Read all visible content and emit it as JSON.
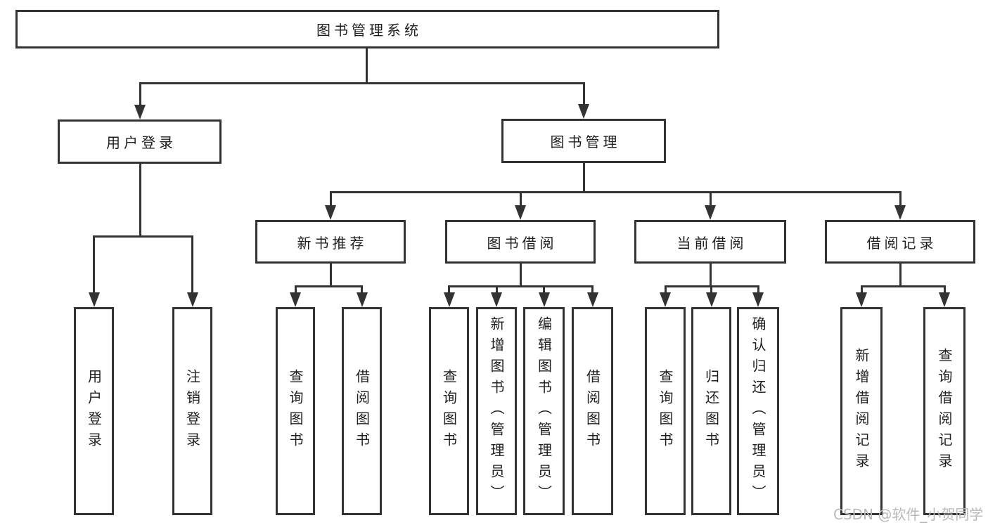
{
  "diagram": {
    "root": "图书管理系统",
    "login_branch": {
      "label": "用户登录",
      "children": [
        "用户登录",
        "注销登录"
      ]
    },
    "mgmt_branch": {
      "label": "图书管理",
      "sections": [
        {
          "label": "新书推荐",
          "children": [
            "查询图书",
            "借阅图书"
          ]
        },
        {
          "label": "图书借阅",
          "children": [
            "查询图书",
            "新增图书（管理员）",
            "编辑图书（管理员）",
            "借阅图书"
          ]
        },
        {
          "label": "当前借阅",
          "children": [
            "查询图书",
            "归还图书",
            "确认归还（管理员）"
          ]
        },
        {
          "label": "借阅记录",
          "children": [
            "新增借阅记录",
            "查询借阅记录"
          ]
        }
      ]
    }
  },
  "watermark": {
    "text": "CSDN @软件_小贺同学"
  },
  "colors": {
    "line": "#333333",
    "text": "#1f1f1f",
    "background": "#ffffff",
    "watermark": "#b9b9b9"
  }
}
